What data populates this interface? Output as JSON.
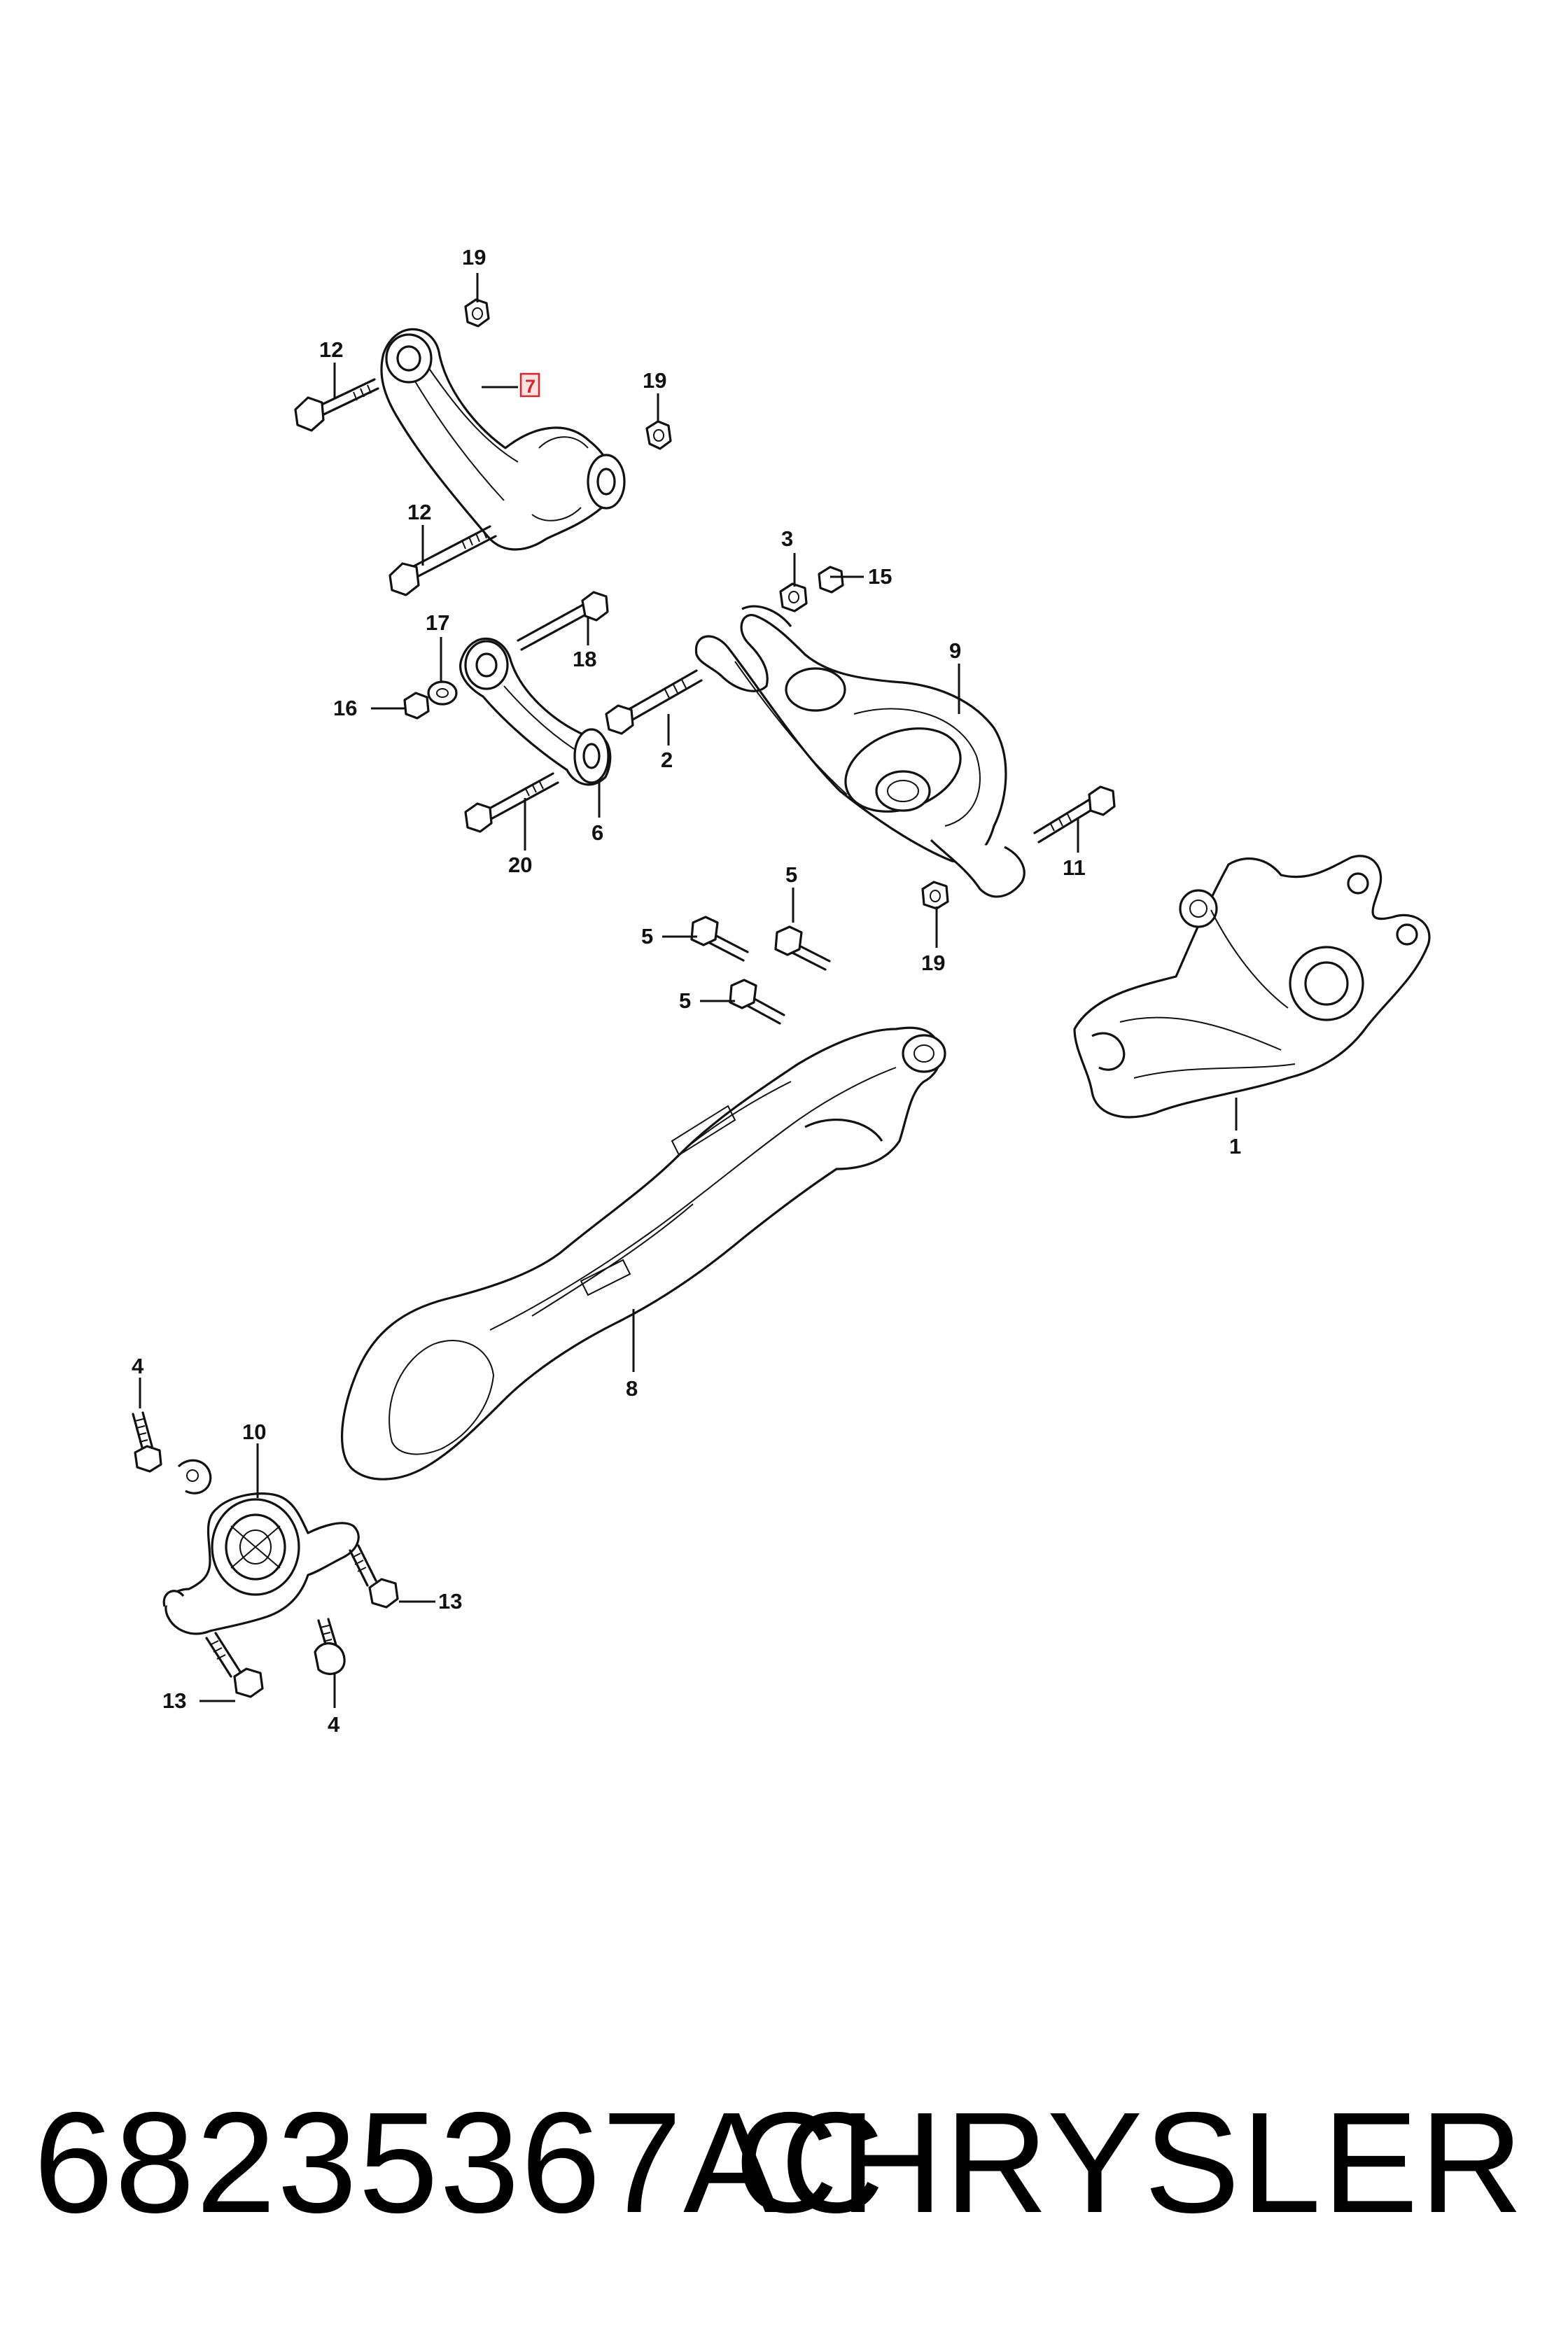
{
  "callouts": {
    "c1": "1",
    "c2": "2",
    "c3": "3",
    "c4a": "4",
    "c4b": "4",
    "c5a": "5",
    "c5b": "5",
    "c5c": "5",
    "c6": "6",
    "c7": "7",
    "c8": "8",
    "c9": "9",
    "c10": "10",
    "c11": "11",
    "c12a": "12",
    "c12b": "12",
    "c13a": "13",
    "c13b": "13",
    "c15": "15",
    "c16": "16",
    "c17": "17",
    "c18": "18",
    "c19a": "19",
    "c19b": "19",
    "c19c": "19",
    "c20": "20"
  },
  "highlight": {
    "callout": "7",
    "box_color": "#d8252b"
  },
  "footer": {
    "part_number": "68235367AC",
    "brand": "CHRYSLER"
  }
}
